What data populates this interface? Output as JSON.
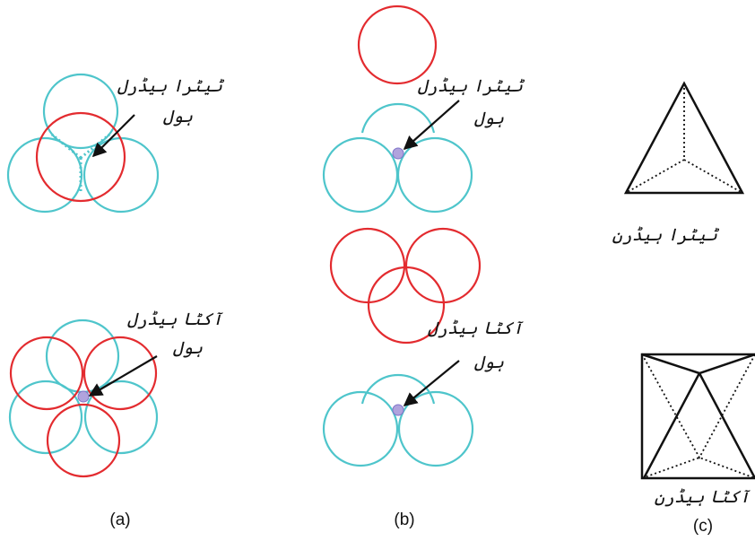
{
  "labels": {
    "tetra_hole_line1": "ٹیٹرا ہیڈرل",
    "tetra_hole_line2": "ہول",
    "octa_hole_line1": "آکٹا ہیڈرل",
    "octa_hole_line2": "ہول",
    "tetrahedron": "ٹیٹرا ہیڈرن",
    "octahedron": "آکٹا ہیڈرن"
  },
  "captions": {
    "a": "(a)",
    "b": "(b)",
    "c": "(c)"
  },
  "colors": {
    "bottom_layer": "#4ec5cb",
    "top_layer": "#e32b2f",
    "hole": "#b0a3dd"
  }
}
